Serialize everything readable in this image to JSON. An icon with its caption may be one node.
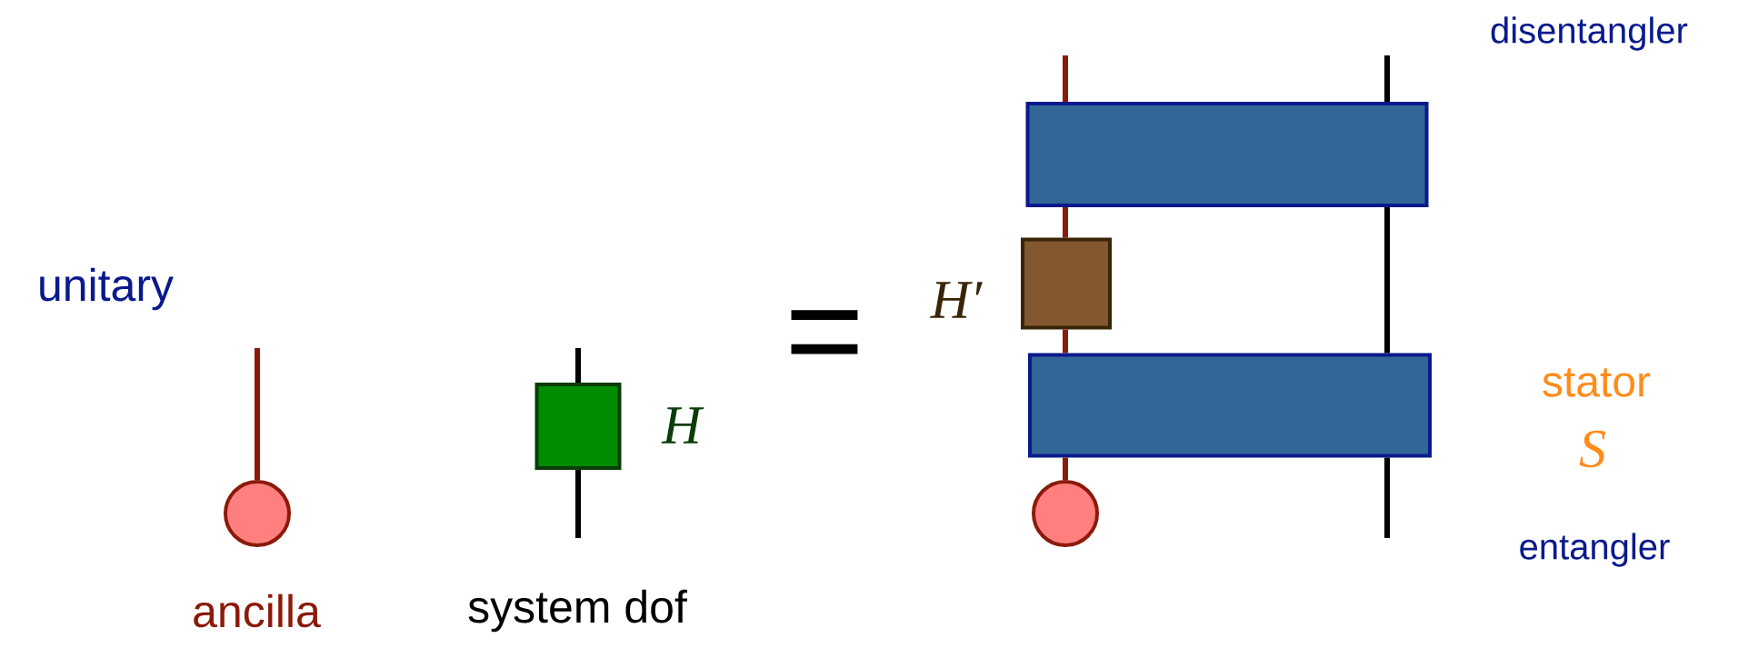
{
  "diagram": {
    "nodes": [
      {
        "text": [],
        "shape": "circle"
      },
      {
        "text": [],
        "shape": "box",
        "beside": [
          "H"
        ]
      },
      {
        "text": [],
        "shape": "box"
      },
      {
        "text": [],
        "shape": "box",
        "beside": [
          "H′"
        ]
      },
      {
        "text": [],
        "shape": "box"
      },
      {
        "text": [],
        "shape": "circle"
      }
    ],
    "edges": [
      {
        "from": 0,
        "to": null,
        "arrow": "none",
        "color": "#8b1a0a"
      },
      {
        "from": null,
        "to": 1,
        "arrow": "none",
        "color": "#000000"
      },
      {
        "from": 1,
        "to": null,
        "arrow": "none",
        "color": "#000000"
      },
      {
        "from": 5,
        "to": 4,
        "arrow": "none",
        "color": "#8b1a0a"
      },
      {
        "from": 4,
        "to": 3,
        "arrow": "none",
        "color": "#8b1a0a"
      },
      {
        "from": 3,
        "to": 2,
        "arrow": "none",
        "color": "#8b1a0a"
      },
      {
        "from": 2,
        "to": null,
        "arrow": "none",
        "color": "#8b1a0a"
      },
      {
        "from": null,
        "to": 4,
        "arrow": "none",
        "color": "#000000"
      },
      {
        "from": 4,
        "to": 2,
        "arrow": "none",
        "color": "#000000"
      },
      {
        "from": 2,
        "to": null,
        "arrow": "none",
        "color": "#000000"
      }
    ],
    "labels": [
      "disentangler",
      "unitary",
      "=",
      "stator",
      "S",
      "entangler",
      "ancilla",
      "system dof"
    ]
  }
}
